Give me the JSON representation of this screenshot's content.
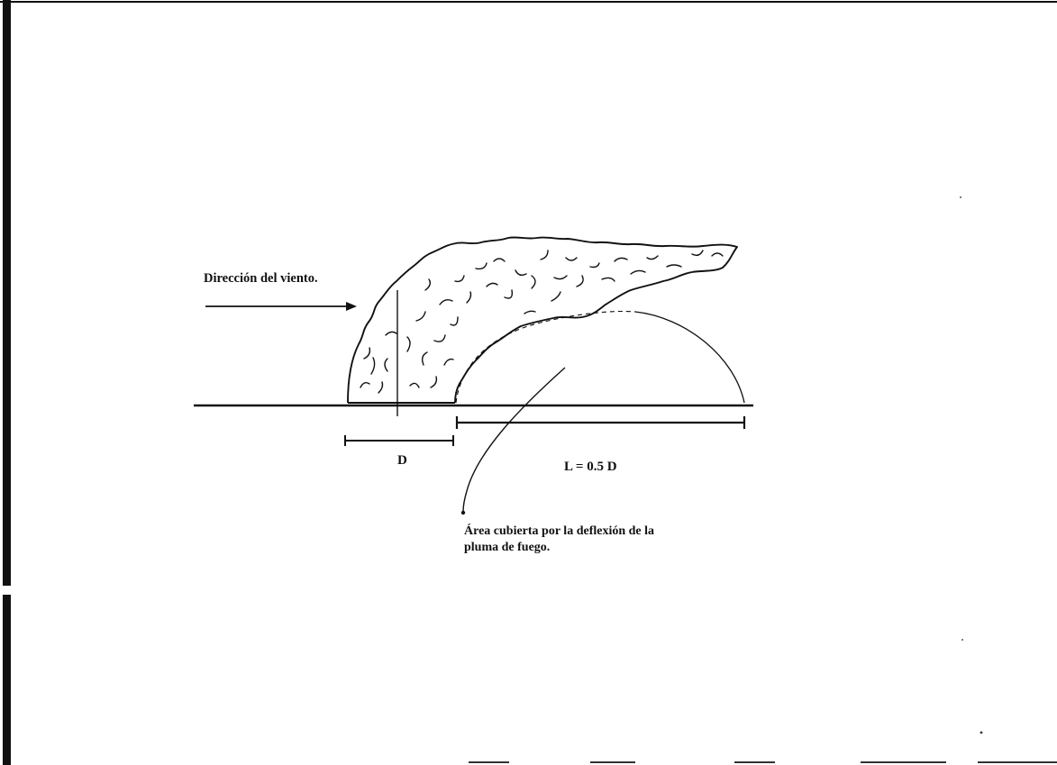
{
  "labels": {
    "wind_direction": "Dirección del viento.",
    "diameter": "D",
    "deflection_length": "L = 0.5 D",
    "area_line1": "Área cubierta por la deflexión de la",
    "area_line2": "pluma de fuego."
  },
  "colors": {
    "ink": "#111111",
    "paper": "#ffffff"
  }
}
